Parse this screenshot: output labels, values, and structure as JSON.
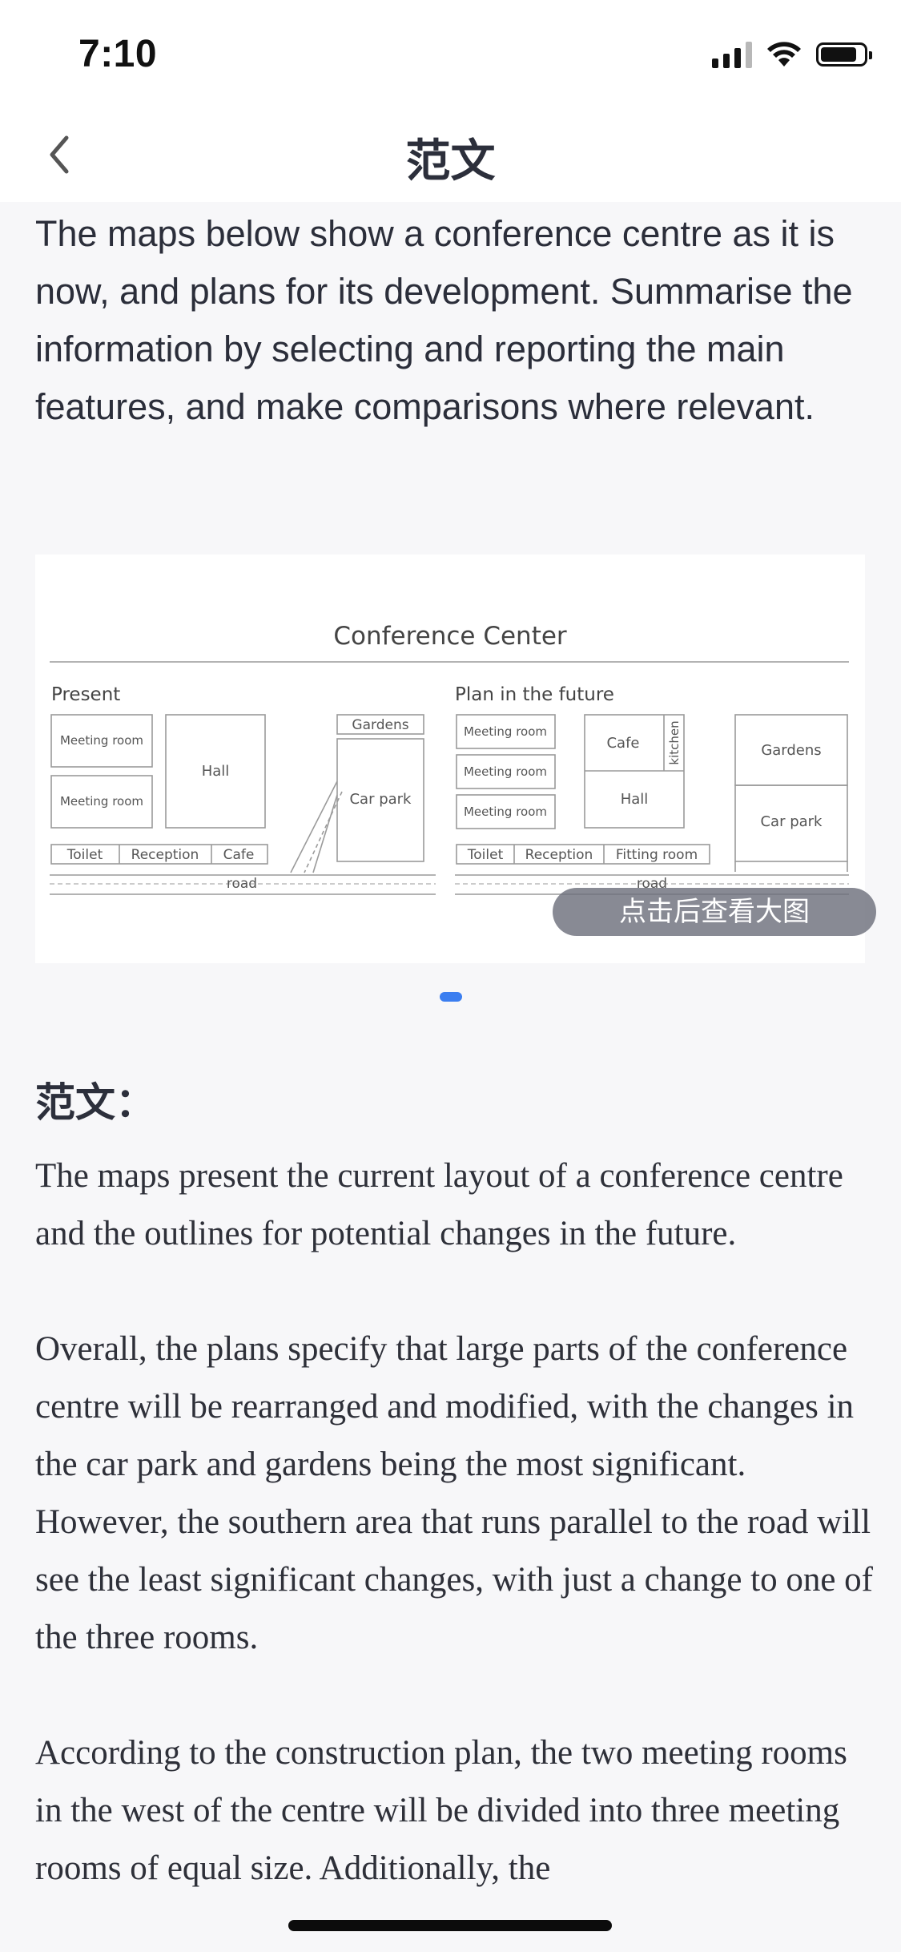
{
  "status_bar": {
    "time": "7:10",
    "battery_level": 0.85
  },
  "nav": {
    "title": "范文",
    "back_icon": "chevron-left-icon"
  },
  "prompt_text": "The maps below show a conference centre as it is now, and plans for its development. Summarise the information by selecting and reporting the main features, and make comparisons where relevant.",
  "map_image": {
    "title": "Conference Center",
    "present": {
      "label": "Present",
      "meeting_room_1": "Meeting room",
      "meeting_room_2": "Meeting room",
      "hall": "Hall",
      "gardens": "Gardens",
      "car_park": "Car park",
      "toilet": "Toilet",
      "reception": "Reception",
      "cafe": "Cafe",
      "road": "road"
    },
    "future": {
      "label": "Plan in the future",
      "meeting_room_1": "Meeting room",
      "meeting_room_2": "Meeting room",
      "meeting_room_3": "Meeting room",
      "cafe": "Cafe",
      "kitchen": "kitchen",
      "hall": "Hall",
      "gardens": "Gardens",
      "car_park": "Car park",
      "toilet": "Toilet",
      "reception": "Reception",
      "fitting_room": "Fitting room",
      "road": "road"
    },
    "view_large_label": "点击后查看大图"
  },
  "essay": {
    "heading": "范文：",
    "paragraphs": [
      "The maps present the current layout of a conference centre and the outlines for potential changes in the future.",
      "Overall, the plans specify that large parts of the conference centre will be rearranged and modified, with the changes in the car park and gardens being the most significant. However, the southern area that runs parallel to the road will see the least significant changes, with just a change to one of the three rooms.",
      "According to the construction plan, the two meeting rooms in the west of the centre will be divided into three meeting rooms of equal size. Additionally, the"
    ]
  }
}
